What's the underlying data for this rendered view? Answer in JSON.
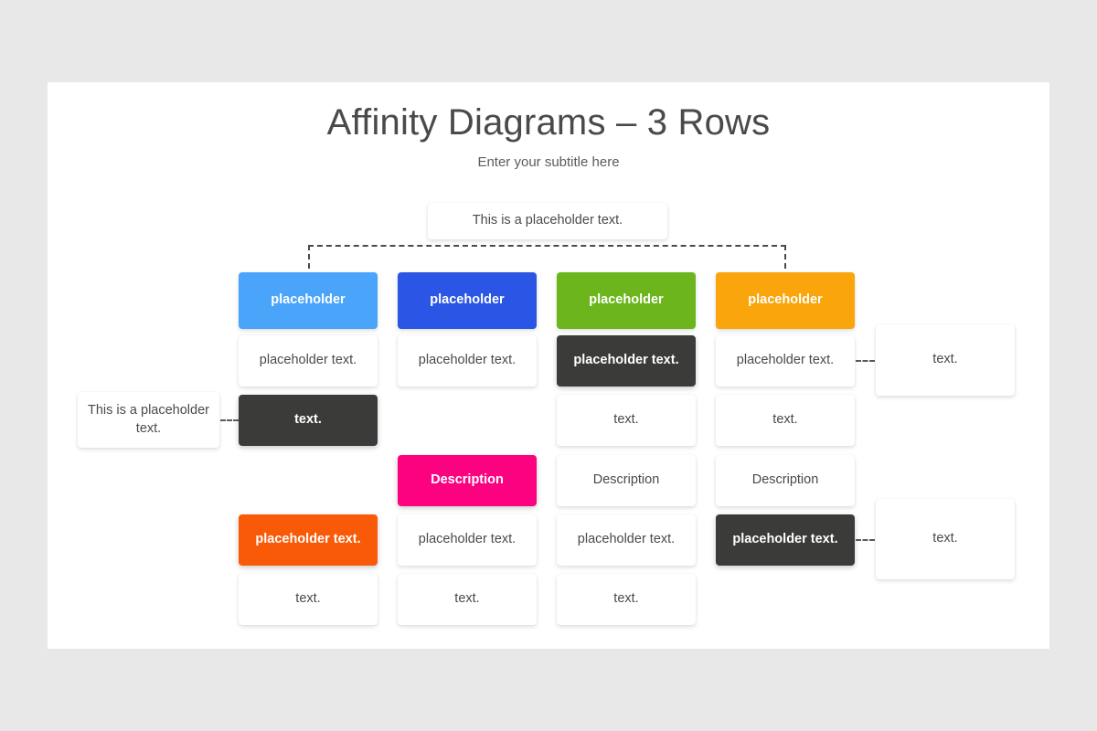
{
  "page": {
    "background_color": "#e9e8e9",
    "slide_background": "#ffffff"
  },
  "header": {
    "title": "Affinity Diagrams – 3 Rows",
    "subtitle": "Enter your subtitle here"
  },
  "top_note": {
    "label": "This is a placeholder text."
  },
  "palette": {
    "light_blue": "#4aa4fa",
    "royal_blue": "#2b55e5",
    "green": "#6cb51c",
    "orange": "#f9a50b",
    "dark": "#3b3b39",
    "pink": "#fc0280",
    "orange_red": "#f95a08",
    "white": "#ffffff",
    "text_dark": "#4a4a4a"
  },
  "columns": [
    {
      "header": {
        "label": "placeholder",
        "color": "#4aa4fa"
      },
      "cells": [
        {
          "label": "placeholder text.",
          "style": "white"
        },
        {
          "label": "text.",
          "style": "dark"
        },
        {
          "label": "placeholder text.",
          "style": "orange_red"
        },
        {
          "label": "text.",
          "style": "white"
        }
      ]
    },
    {
      "header": {
        "label": "placeholder",
        "color": "#2b55e5"
      },
      "cells": [
        {
          "label": "placeholder text.",
          "style": "white"
        },
        {
          "label": "Description",
          "style": "pink"
        },
        {
          "label": "placeholder text.",
          "style": "white"
        },
        {
          "label": "text.",
          "style": "white"
        }
      ]
    },
    {
      "header": {
        "label": "placeholder",
        "color": "#6cb51c"
      },
      "cells": [
        {
          "label": "placeholder text.",
          "style": "dark"
        },
        {
          "label": "text.",
          "style": "white"
        },
        {
          "label": "Description",
          "style": "white"
        },
        {
          "label": "placeholder text.",
          "style": "white"
        },
        {
          "label": "text.",
          "style": "white"
        }
      ]
    },
    {
      "header": {
        "label": "placeholder",
        "color": "#f9a50b"
      },
      "cells": [
        {
          "label": "placeholder text.",
          "style": "white"
        },
        {
          "label": "text.",
          "style": "white"
        },
        {
          "label": "Description",
          "style": "white"
        },
        {
          "label": "placeholder text.",
          "style": "dark"
        }
      ]
    }
  ],
  "callouts": {
    "left": {
      "label": "This is a placeholder text."
    },
    "right_top": {
      "label": "text."
    },
    "right_bottom": {
      "label": "text."
    }
  }
}
